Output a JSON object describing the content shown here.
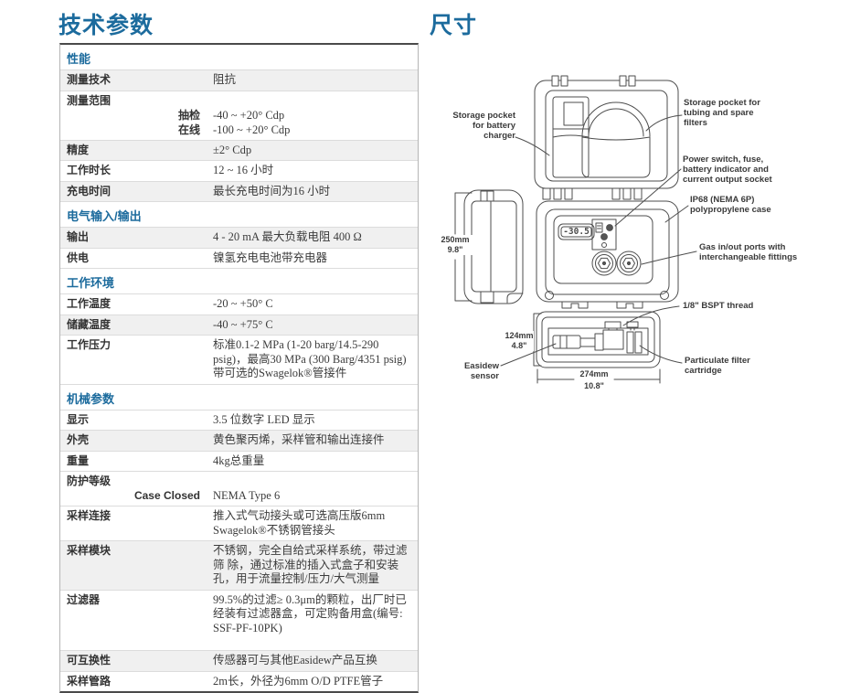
{
  "page": {
    "title_left": "技术参数",
    "title_right": "尺寸"
  },
  "colors": {
    "accent_blue": "#1c6b9d",
    "line_gray": "#4d4d4d",
    "row_shade": "#f0f0f0"
  },
  "table": {
    "sections": [
      {
        "header": "性能",
        "rows": [
          {
            "label": "测量技术",
            "value": "阻抗"
          },
          {
            "label": "测量范围",
            "sub": [
              {
                "key": "抽检",
                "value": "-40 ~ +20° Cdp"
              },
              {
                "key": "在线",
                "value": "-100 ~ +20° Cdp"
              }
            ]
          },
          {
            "label": "精度",
            "value": "±2° Cdp"
          },
          {
            "label": "工作时长",
            "value": "12 ~ 16 小时"
          },
          {
            "label": "充电时间",
            "value": "最长充电时间为16 小时"
          }
        ]
      },
      {
        "header": "电气输入/输出",
        "rows": [
          {
            "label": "输出",
            "value": "4 - 20 mA 最大负载电阻 400 Ω"
          },
          {
            "label": "供电",
            "value": "镍氢充电电池带充电器"
          }
        ]
      },
      {
        "header": "工作环境",
        "rows": [
          {
            "label": "工作温度",
            "value": "-20 ~ +50° C"
          },
          {
            "label": "储藏温度",
            "value": "-40 ~ +75° C"
          },
          {
            "label": "工作压力",
            "value": "标准0.1-2 MPa (1-20 barg/14.5-290 psig)，最高30 MPa (300 Barg/4351 psig) 带可选的Swagelok®管接件"
          }
        ]
      },
      {
        "header": "机械参数",
        "rows": [
          {
            "label": "显示",
            "value": "3.5 位数字 LED 显示"
          },
          {
            "label": "外壳",
            "value": "黄色聚丙烯，采样管和输出连接件"
          },
          {
            "label": "重量",
            "value": "4kg总重量"
          },
          {
            "label": "防护等级",
            "sub": [
              {
                "key": "Case Closed",
                "value": "NEMA Type 6"
              }
            ]
          },
          {
            "label": "采样连接",
            "value": "推入式气动接头或可选高压版6mm Swagelok®不锈钢管接头"
          },
          {
            "label": "采样模块",
            "value": "不锈钢，完全自给式采样系统，带过滤筛 除，通过标准的插入式盒子和安装孔，用于流量控制/压力/大气测量"
          },
          {
            "label": "过滤器",
            "value": "99.5%的过滤≥ 0.3μm的颗粒，出厂时已经装有过滤器盒，可定购备用盒(编号: SSF-PF-10PK)"
          },
          {
            "label": "可互换性",
            "value": "传感器可与其他Easidew产品互换"
          },
          {
            "label": "采样管路",
            "value": "2m长，外径为6mm O/D PTFE管子"
          }
        ]
      }
    ]
  },
  "diagram": {
    "display_value": "-30.5",
    "callouts": {
      "storage_battery": "Storage pocket\nfor battery\ncharger",
      "storage_tubing": "Storage pocket for\ntubing and spare\nfilters",
      "power_switch": "Power switch, fuse,\nbattery indicator and\ncurrent output socket",
      "ip68": "IP68 (NEMA 6P)\npolypropylene case",
      "gas_ports": "Gas in/out ports with\ninterchangeable fittings",
      "bspt": "1/8\" BSPT thread",
      "easidew": "Easidew sensor",
      "particulate": "Particulate filter\ncartridge"
    },
    "dimensions": {
      "height": "250mm\n9.8\"",
      "depth": "124mm\n4.8\"",
      "width_mm": "274mm",
      "width_in": "10.8\""
    }
  }
}
